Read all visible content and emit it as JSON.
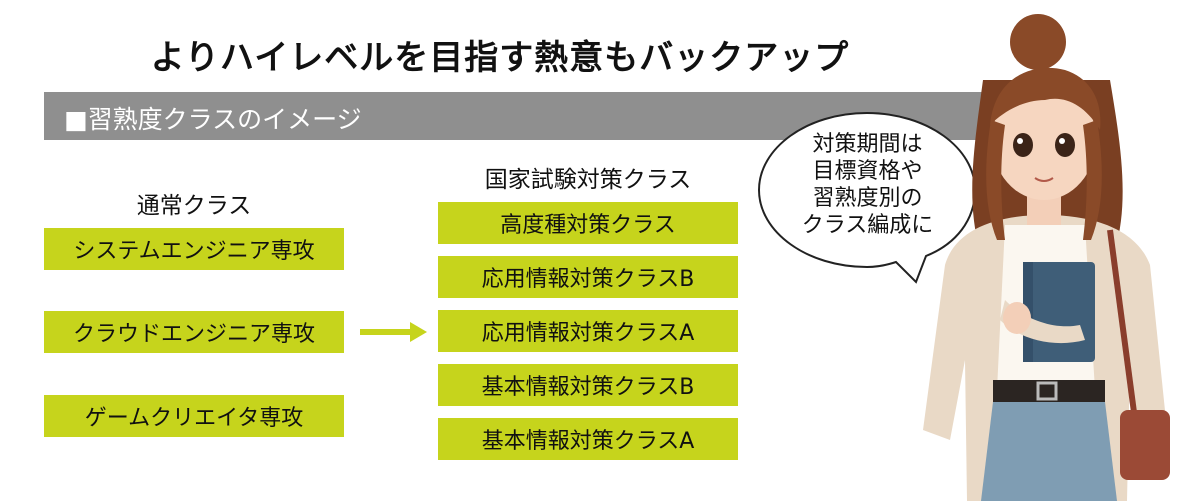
{
  "title": "よりハイレベルを目指す熱意もバックアップ",
  "banner": "■習熟度クラスのイメージ",
  "left_column": {
    "heading": "通常クラス",
    "items": [
      "システムエンジニア専攻",
      "クラウドエンジニア専攻",
      "ゲームクリエイタ専攻"
    ]
  },
  "right_column": {
    "heading": "国家試験対策クラス",
    "items": [
      "高度種対策クラス",
      "応用情報対策クラスB",
      "応用情報対策クラスA",
      "基本情報対策クラスB",
      "基本情報対策クラスA"
    ]
  },
  "speech_bubble": {
    "lines": [
      "対策期間は",
      "目標資格や",
      "習熟度別の",
      "クラス編成に"
    ]
  },
  "colors": {
    "box": "#c6d41c",
    "banner": "#8f8f8f",
    "arrow": "#c6d41c"
  },
  "illustration": "student-girl-holding-book"
}
